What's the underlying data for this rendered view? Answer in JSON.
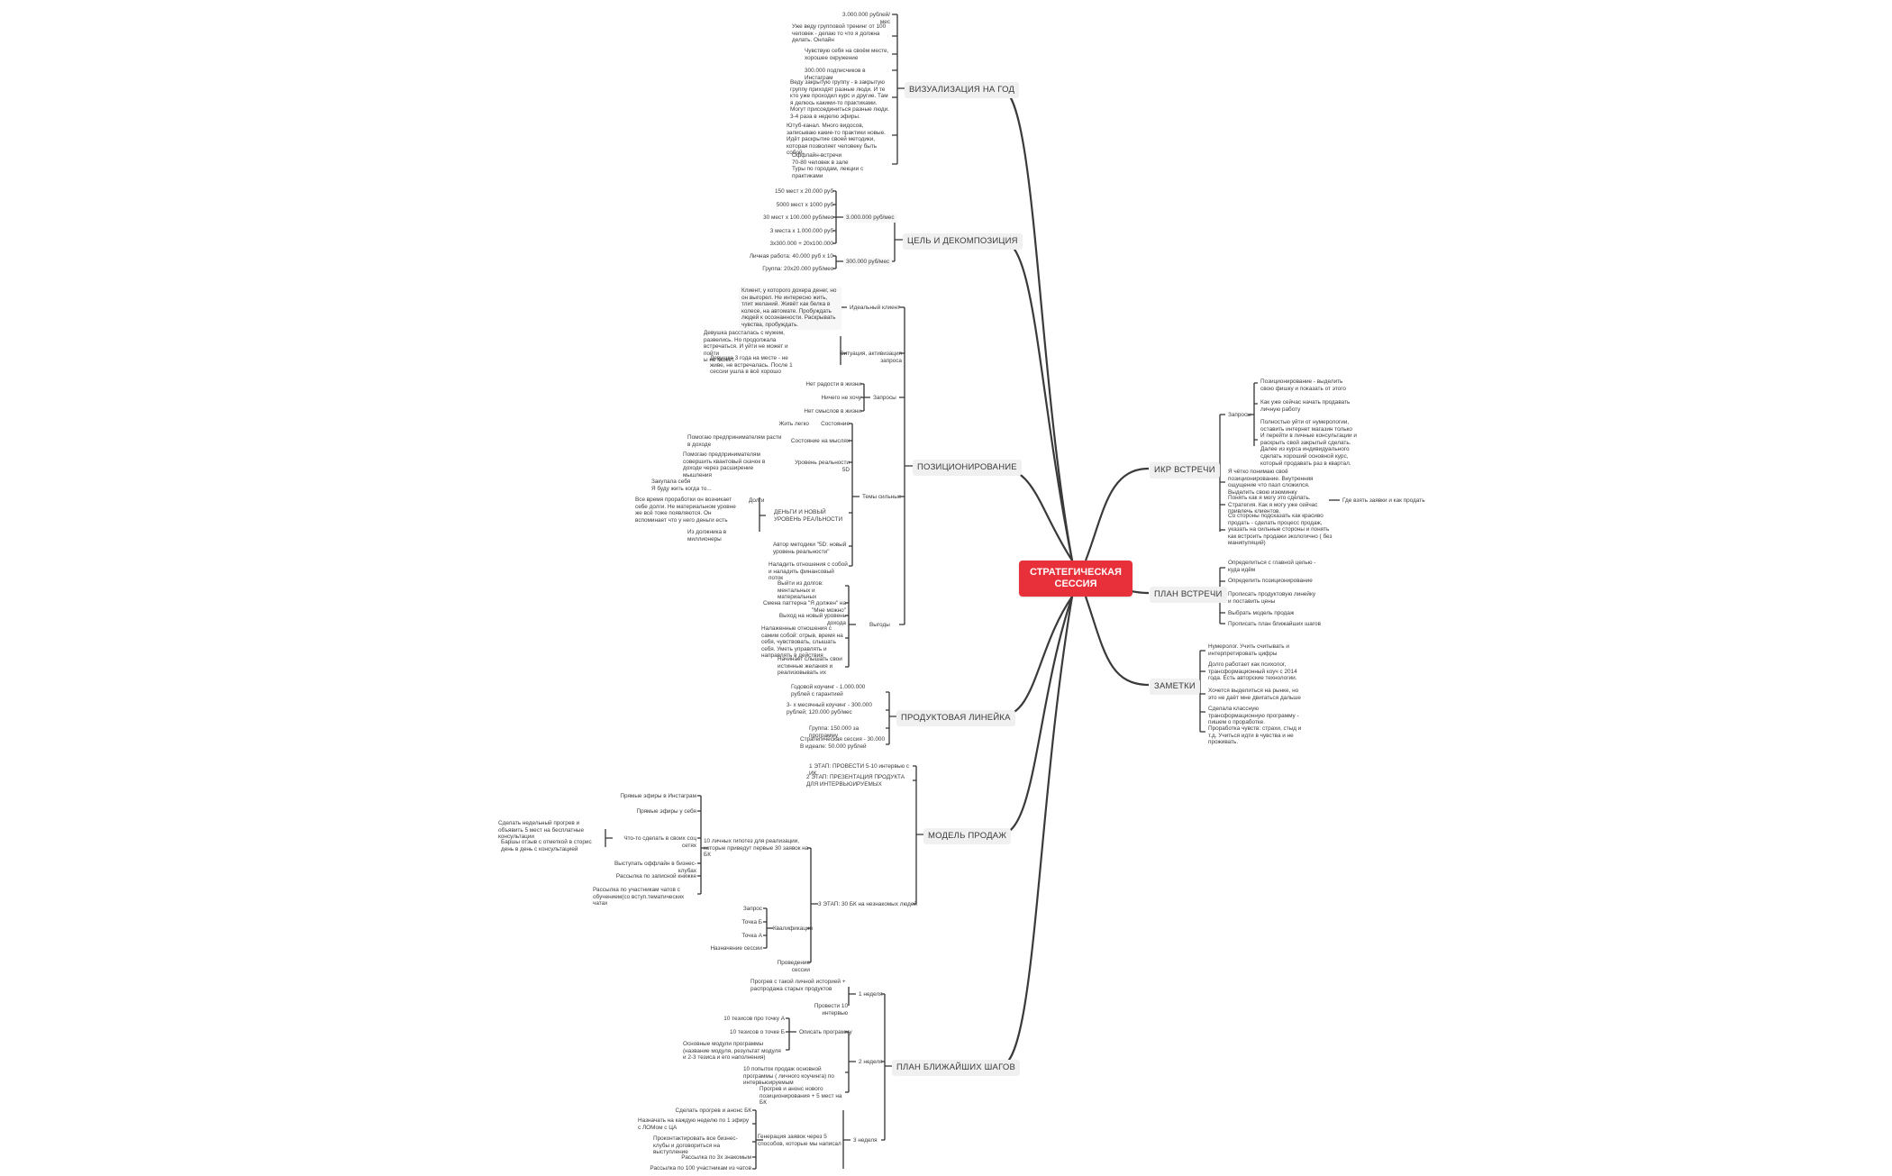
{
  "root": {
    "label": "СТРАТЕГИЧЕСКАЯ\nСЕССИЯ",
    "color": "#e8303a"
  },
  "branches": {
    "vision": {
      "label": "ВИЗУАЛИЗАЦИЯ НА ГОД",
      "items": [
        "3.000.000 рублей/мес",
        "Уже веду групповой тренинг от 100 человек - делаю то что я должна делать. Онлайн",
        "Чувствую себя на своём месте, хорошее окружение",
        "300.000 подписчиков в Инстаграм",
        "Веду закрытую группу - в закрытую группу приходят разные люди. И те кто уже проходил курс и другие. Там я делюсь какими-то практиками. Могут присоединиться разные люди. 3-4 раза в неделю эфиры.",
        "Ютуб-канал. Много видосов, записываю какие-то практики новые. Идёт раскрытие своей методики, которая позволяет человеку быть собой.",
        "Оффлайн-встречи\n70-80 человек в зале\nТуры по городам, лекции с практиками"
      ]
    },
    "goal": {
      "label": "ЦЕЛЬ И ДЕКОМПОЗИЦИЯ",
      "sub1": "3.000.000 руб/мес",
      "sub1_items": [
        "150 мест х 20.000 руб",
        "5000 мест х 1000 руб",
        "30 мест х 100.000 руб/мес",
        "3 места х 1.000.000 руб",
        "3х300.000 + 20х100.000"
      ],
      "sub2": "300.000 руб/мес",
      "sub2_items": [
        "Личная работа: 40.000 руб х 10",
        "Группа: 20х20.000 руб/мес"
      ]
    },
    "positioning": {
      "label": "ПОЗИЦИОНИРОВАНИЕ",
      "ideal": "Идеальный клиент",
      "ideal_text": "Клиент, у которого дохера денег, но он выгорел. Не интересно жить, тлит желаний. Живёт как белка в колесе, на автомате. Пробуждать людей к осознанности. Раскрывать чувства, пробуждать.",
      "trigger": "Ситуация, активизация запроса",
      "trigger_items": [
        "Девушка рассталась с мужем, развелись. Но продолжала встречаться. И уйти не может и пойти\nы не может.",
        "Девушке 3 года на месте - не живе, не встречалась. После 1 сессии ушла в всё хорошо"
      ],
      "requests": "Запросы",
      "requests_items": [
        "Нет радости в жизни",
        "Ничего не хочу",
        "Нет смыслов в жизни"
      ],
      "themes": "Темы сильные",
      "themes_items": {
        "state": "Состояние",
        "state_child": "Жить легко",
        "thoughts": "Состояние на мыслях",
        "thoughts_child": "Помогаю предпринимателям расти в доходе",
        "level": "Уровень реальности 5D",
        "level_child": "Помогаю предпринимателям совершить квантовый скачок в доходе через расширение мышления",
        "money": "ДЕНЬГИ И НОВЫЙ УРОВЕНЬ РЕАЛЬНОСТИ",
        "debts": "Долги",
        "debts_items": [
          "Закупала себя\nЯ буду жить когда то...",
          "Все время проработки он возникает себе долги. Не материальном уровне же всё тоже появляются. Он вспоминает что у него деньги есть",
          "Из должника в миллионеры"
        ],
        "author": "Автор методики \"5D: новый уровень реальности\"",
        "relations": "Наладить отношения с собой и наладить финансовый поток"
      },
      "benefits": "Выгоды",
      "benefits_items": [
        "Выйти из долгов: ментальных и материальных",
        "Смена паттерна \"Я должен\" на \"Мне можно\"",
        "Выход на новый уровень дохода",
        "Налаженные отношения с самим собой: отрыв, время на себя, чувствовать, слышать себя. Уметь управлять и направлять в действия",
        "Начинает слышать свои истинные желания и реализовывать их"
      ]
    },
    "products": {
      "label": "ПРОДУКТОВАЯ ЛИНЕЙКА",
      "items": [
        "Годовой коучинг - 1.000.000 рублей с гарантией",
        "3- х месячный коучинг - 300.000 рублей; 120.000 руб/мес",
        "Группа: 150.000 за программу",
        "Стратегическая сессия - 30.000\nВ идеале: 50.000 рублей"
      ]
    },
    "sales": {
      "label": "МОДЕЛЬ ПРОДАЖ",
      "stage1": "1 ЭТАП: ПРОВЕСТИ 5-10 интервью с ИК",
      "stage2": "2 ЭТАП: ПРЕЗЕНТАЦИЯ ПРОДУКТА ДЛЯ ИНТЕРВЬЮИРУЕМЫХ",
      "stage3": "3 ЭТАП: 30 БК на незнакомых людей",
      "hyp": "10 личных гипотез для реализации, которые приведут первые 30 заявок на БК",
      "hyp_items": [
        "Прямые эфиры в Инстаграм",
        "Прямые эфиры у себя",
        "Что-то сделать в своих соц сетях",
        "Выступать оффлайн в бизнес-клубах",
        "Рассылка по записной книжке",
        "Рассылка по участникам чатов с обучением(со вступ.тематических чатах"
      ],
      "social_items": [
        "Сделать недельный прогрев и объявить 5 мест на бесплатные консультации",
        "Баршы отзыв с отметкой в сторис день в день с консультацией"
      ],
      "qual": "Квалификация",
      "qual_items": [
        "Запрос",
        "Точка Б",
        "Точка А",
        "Назначение сессии"
      ],
      "conduct": "Проведение сессии"
    },
    "next": {
      "label": "ПЛАН БЛИЖАЙШИХ ШАГОВ",
      "w1": "1 неделя",
      "w1_items": [
        "Прогрев с такой личной историей + распродажа старых продуктов",
        "Провести 10 интервью"
      ],
      "w2": "2 неделя",
      "describe": "Описать программу",
      "describe_items": [
        "10 тезисов про точку А",
        "10 тезисов о точке Б",
        "Основные модули программы (название модуля, результат модуля и 2-3 тезиса и его наполнения)"
      ],
      "w2_items": [
        "10 попыток продаж основной программы ( личного коучинга) по интервьюируемым",
        "Прогрев и анонс нового позиционирования + 5 мест на БК"
      ],
      "w3": "3 неделя",
      "gen": "Генерация заявок через 5 способов, которые мы написал",
      "gen_items": [
        "Сделать прогрев и анонс БК",
        "Назначать на каждую неделю по 1 эфиру с ЛОМом с ЦА",
        "Проконтактировать все бизнес-клубы и договориться на выступление",
        "Рассылка по 3х знакомым",
        "Рассылка по 100 участникам из чатов"
      ]
    },
    "ikr": {
      "label": "ИКР ВСТРЕЧИ",
      "requests": "Запросы",
      "requests_items": [
        "Позиционирование - выделить свою фишку и показать от этого",
        "Как уже сейчас начать продавать личную работу",
        "Полностью уйти от нумерологии, оставить интернет магазин только\nИ перейти в личные консультации и раскрыть свой закрытый сделать.\nДалее из курса индивидуального сделать хороший основной курс, который продавать раз в квартал."
      ],
      "results": [
        "Я чётко понимаю своё позиционирование. Внутренняя ощущение что пазл сложился. Выделить свою изюминку",
        "Понять как я могу это сделать. Стратегия. Как я могу уже сейчас привлечь клиентов.",
        "Со стороны подсказать как красиво продать - сделать процесс продаж, указать на сильные стороны и понять как встроить продажи экологично ( без манипуляций)"
      ],
      "results_side": "Где взять заявки и как продать"
    },
    "plan": {
      "label": "ПЛАН ВСТРЕЧИ",
      "items": [
        "Определиться с главной целью - куда идём",
        "Определить позиционирование",
        "Прописать продуктовую линейку и поставить цены",
        "Выбрать модель продаж",
        "Прописать план ближайших шагов"
      ]
    },
    "notes": {
      "label": "ЗАМЕТКИ",
      "items": [
        "Нумеролог. Учить считывать и интерпретировать цифры",
        "Долго работает как психолог, трансформационный коуч с 2014 года. Есть авторские технологии.",
        "Хочется выделиться на рынке, но это не даёт мне двигаться дальше",
        "Сделала классную трансформационную программу - пишем о проработке.",
        "Проработка чувств: страхи, стыд и т.д. Учиться идти в чувства и не проживать."
      ]
    }
  }
}
